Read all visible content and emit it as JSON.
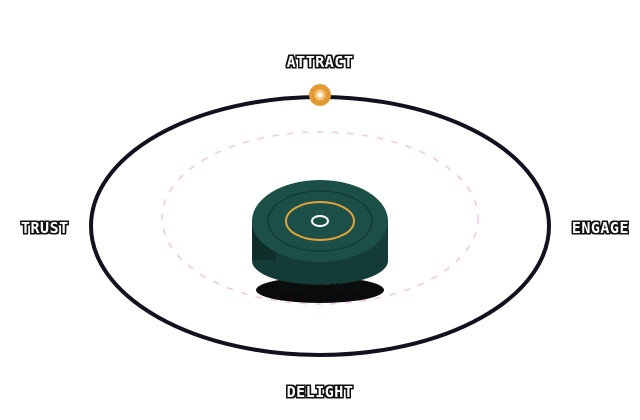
{
  "stages": {
    "top": "ATTRACT",
    "right": "ENGAGE",
    "bottom": "DELIGHT",
    "left": "TRUST"
  },
  "hub": {
    "label": "NOAH / MAYA"
  },
  "colors": {
    "orbit": "#141020",
    "inner_orbit": "#f2c8ec",
    "hub_side": "#143b36",
    "hub_top": "#1b4f48",
    "ring_accent": "#e0a23a",
    "marker": "#e39a32",
    "shadow": "#0b0b0b"
  },
  "icons": {
    "marker": "orbit-marker-icon",
    "hub": "hub-disc-icon"
  }
}
